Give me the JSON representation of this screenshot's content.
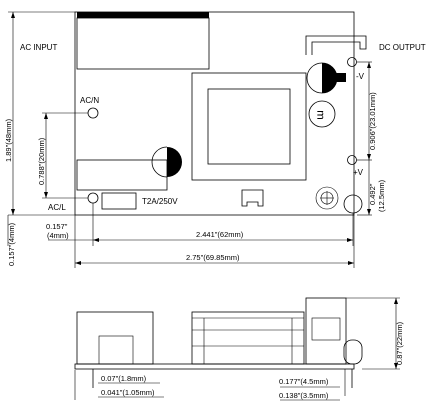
{
  "labels": {
    "ac_input": "AC INPUT",
    "dc_output": "DC OUTPUT",
    "ac_n": "AC/N",
    "ac_l": "AC/L",
    "neg_v": "-V",
    "pos_v": "+V",
    "fuse": "T2A/250V"
  },
  "dimensions": {
    "height_total": "1.89\"(48mm)",
    "acn_to_acl": "0.788\"(20mm)",
    "vneg_to_vpos": "0.906\"(23.01mm)",
    "vpos_to_bottom": "0.492\"",
    "vpos_to_bottom_mm": "(12.5mm)",
    "hole_offset": "0.157\"",
    "hole_offset_mm": "(4mm)",
    "hole_offset_vertical": "0.157\"(4mm)",
    "pin_spacing": "2.441\"(62mm)",
    "total_width": "2.75\"(69.85mm)",
    "side_height": "0.87\"(22mm)",
    "pin_len_1": "0.07\"(1.8mm)",
    "pin_dia_1": "0.041\"(1.05mm)",
    "pin_len_2": "0.177\"(4.5mm)",
    "pin_dia_2": "0.138\"(3.5mm)"
  }
}
